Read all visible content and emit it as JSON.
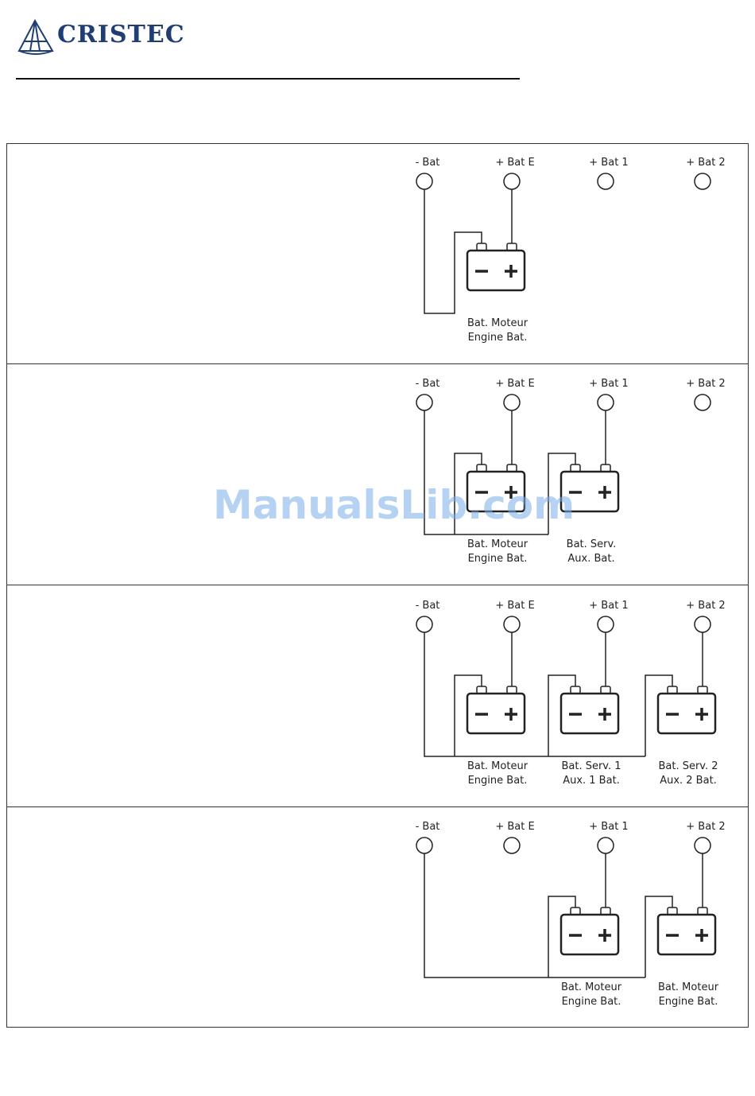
{
  "header": {
    "brand": "CRISTEC",
    "logo_icon": "sail-triangle-icon",
    "brand_color": "#1f3e73"
  },
  "watermark": "ManualsLib.com",
  "terminal_labels": [
    "- Bat",
    "+ Bat E",
    "+ Bat 1",
    "+ Bat 2"
  ],
  "panels": [
    {
      "batteries": [
        {
          "slot": 0,
          "label1": "Bat. Moteur",
          "label2": "Engine Bat.",
          "plus_terminal": 1
        }
      ]
    },
    {
      "batteries": [
        {
          "slot": 0,
          "label1": "Bat. Moteur",
          "label2": "Engine Bat.",
          "plus_terminal": 1
        },
        {
          "slot": 1,
          "label1": "Bat. Serv.",
          "label2": "Aux. Bat.",
          "plus_terminal": 2
        }
      ]
    },
    {
      "batteries": [
        {
          "slot": 0,
          "label1": "Bat. Moteur",
          "label2": "Engine Bat.",
          "plus_terminal": 1
        },
        {
          "slot": 1,
          "label1": "Bat. Serv. 1",
          "label2": "Aux. 1 Bat.",
          "plus_terminal": 2
        },
        {
          "slot": 2,
          "label1": "Bat. Serv. 2",
          "label2": "Aux. 2 Bat.",
          "plus_terminal": 3
        }
      ]
    },
    {
      "batteries": [
        {
          "slot": 1,
          "label1": "Bat. Moteur",
          "label2": "Engine Bat.",
          "plus_terminal": 2
        },
        {
          "slot": 2,
          "label1": "Bat. Moteur",
          "label2": "Engine Bat.",
          "plus_terminal": 3
        }
      ]
    }
  ]
}
